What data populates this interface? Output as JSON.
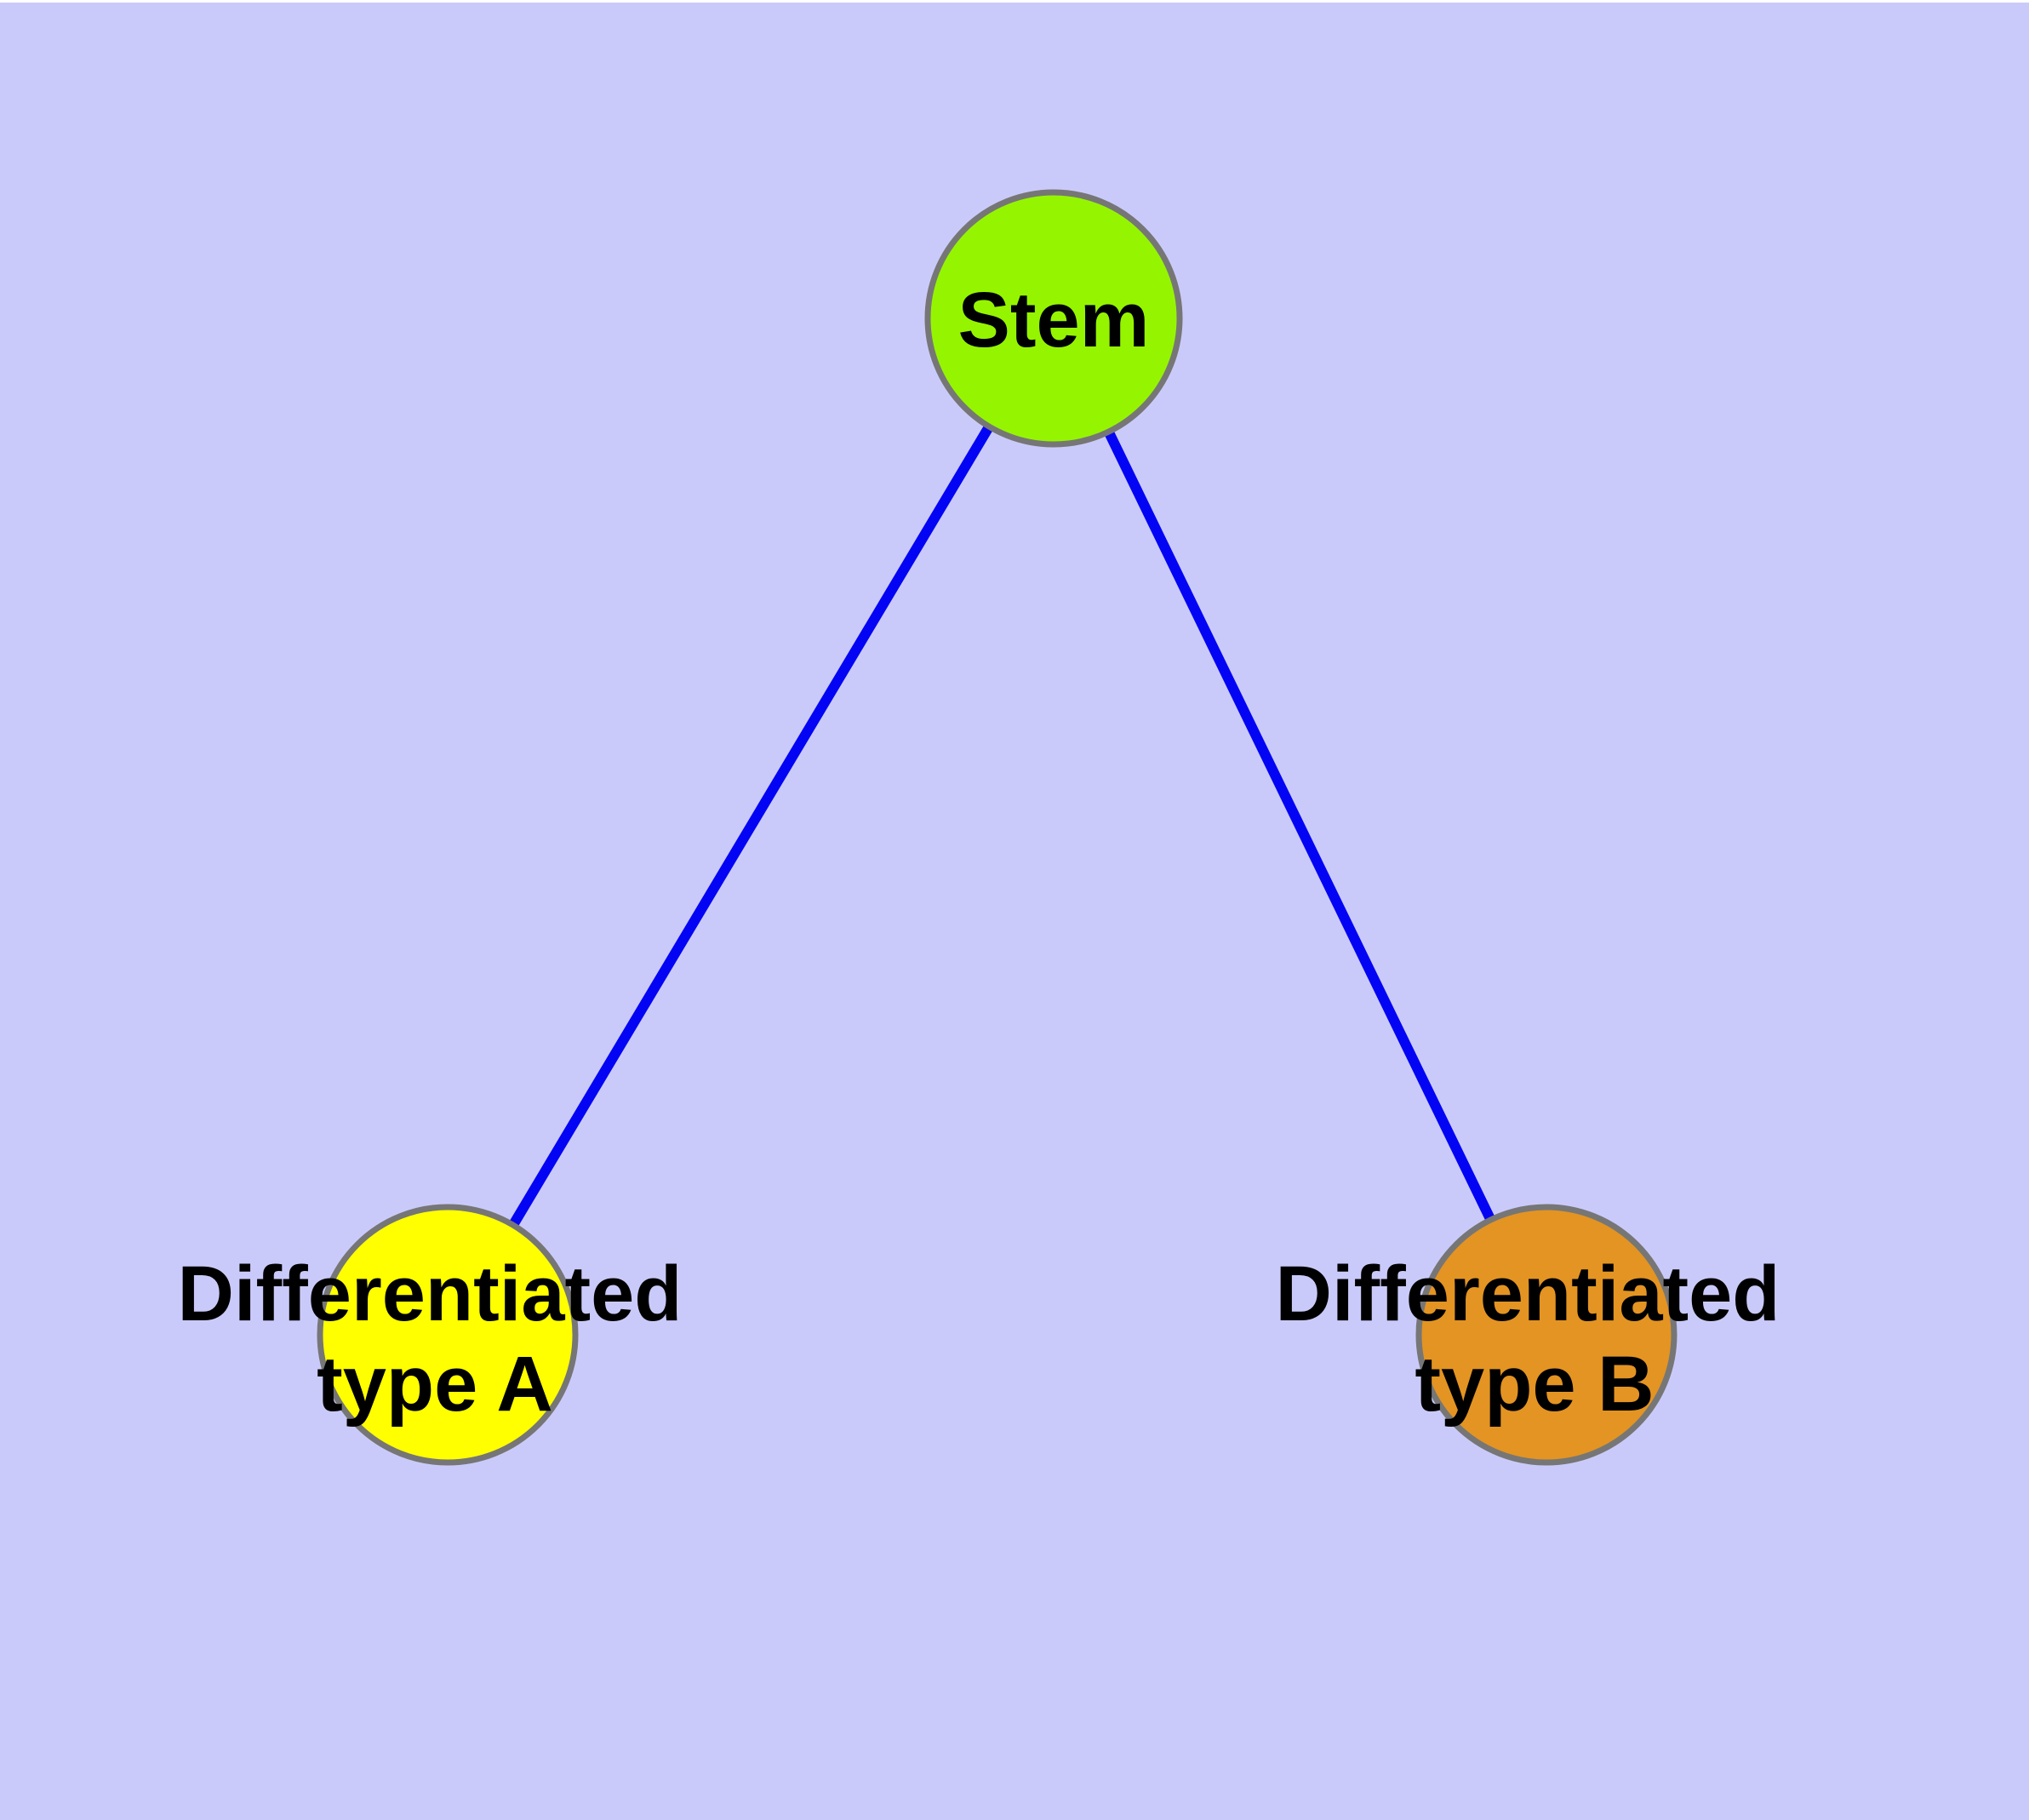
{
  "diagram": {
    "type": "node-link-graph",
    "background_color": "#cacafa",
    "top_margin_color": "#ffffff",
    "text_color": "#000000",
    "node_stroke_color": "#767676",
    "edge_color": "#0404f4",
    "nodes": {
      "stem": {
        "label": "Stem",
        "fill_color": "#95f500",
        "stroke_color": "#767676"
      },
      "type_a": {
        "label": "Differentiated type A",
        "label_line1": "Differentiated",
        "label_line2": "type A",
        "fill_color": "#ffff00",
        "stroke_color": "#767676"
      },
      "type_b": {
        "label": "Differentiated type B",
        "label_line1": "Differentiated",
        "label_line2": "type B",
        "fill_color": "#e39422",
        "stroke_color": "#767676"
      }
    },
    "edges": [
      {
        "from": "Stem",
        "to": "Differentiated type A",
        "color": "#0404f4"
      },
      {
        "from": "Stem",
        "to": "Differentiated type B",
        "color": "#0404f4"
      }
    ]
  }
}
